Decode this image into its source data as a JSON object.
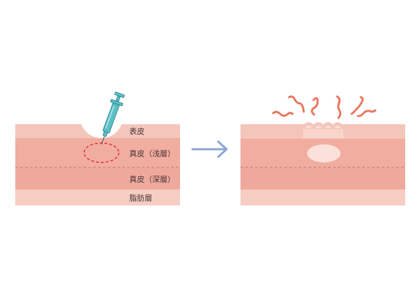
{
  "labels": {
    "epidermis": "表皮",
    "dermis_shallow": "真皮（浅層）",
    "dermis_deep": "真皮（深層）",
    "fat_layer": "脂肪層"
  },
  "colors": {
    "epidermis": "#f4c6bb",
    "dermis_shallow": "#f1ada0",
    "dermis_deep": "#efa99c",
    "fat_layer": "#f6cdc2",
    "syringe": "#5cbfc6",
    "injection_circle": "#e0303a",
    "arrow": "#8aa6d6",
    "reaction_wave": "#e8775f",
    "bump": "#fbe1d9"
  },
  "icons": [
    "syringe-icon",
    "arrow-right-icon",
    "skin-reaction-icon"
  ]
}
